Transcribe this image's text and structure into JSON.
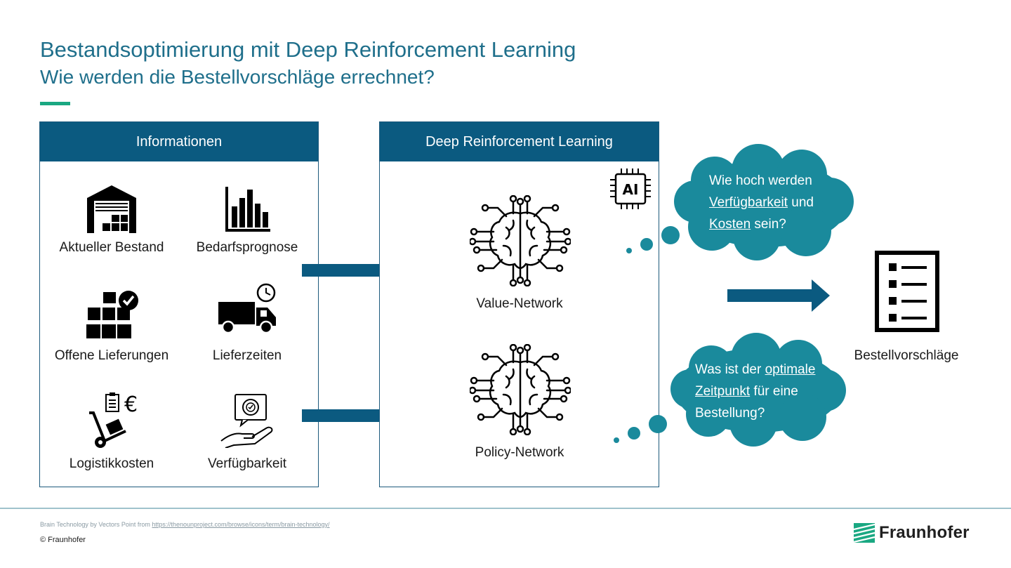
{
  "header": {
    "title": "Bestandsoptimierung mit Deep Reinforcement Learning",
    "subtitle": "Wie werden die Bestellvorschläge errechnet?",
    "accent_color": "#1aa882"
  },
  "colors": {
    "primary": "#0b5a80",
    "cloud": "#1a8a9c",
    "title": "#1f6f8b"
  },
  "informationen": {
    "header": "Informationen",
    "items": [
      {
        "label": "Aktueller Bestand",
        "icon": "warehouse-icon"
      },
      {
        "label": "Bedarfsprognose",
        "icon": "bar-chart-icon"
      },
      {
        "label": "Offene Lieferungen",
        "icon": "boxes-check-icon"
      },
      {
        "label": "Lieferzeiten",
        "icon": "truck-clock-icon"
      },
      {
        "label": "Logistikkosten",
        "icon": "handtruck-euro-icon"
      },
      {
        "label": "Verfügbarkeit",
        "icon": "hand-badge-icon"
      }
    ]
  },
  "drl": {
    "header": "Deep Reinforcement Learning",
    "ai_badge": "AI",
    "value_network": "Value-Network",
    "policy_network": "Policy-Network"
  },
  "clouds": {
    "top": {
      "line1": "Wie hoch werden",
      "line2_link": "Verfügbarkeit",
      "line2_rest": " und",
      "line3_link": "Kosten",
      "line3_rest": " sein?"
    },
    "bottom": {
      "line1_pre": "Was ist der ",
      "line1_link": "optimale",
      "line2_link": "Zeitpunkt",
      "line2_rest": " für eine",
      "line3": "Bestellung?"
    }
  },
  "output": {
    "label": "Bestellvorschläge",
    "icon": "checklist-icon"
  },
  "footer": {
    "credit_prefix": "Brain Technology by Vectors Point from ",
    "credit_link": "https://thenounproject.com/browse/icons/term/brain-technology/",
    "copyright": "© Fraunhofer",
    "logo": "Fraunhofer"
  }
}
